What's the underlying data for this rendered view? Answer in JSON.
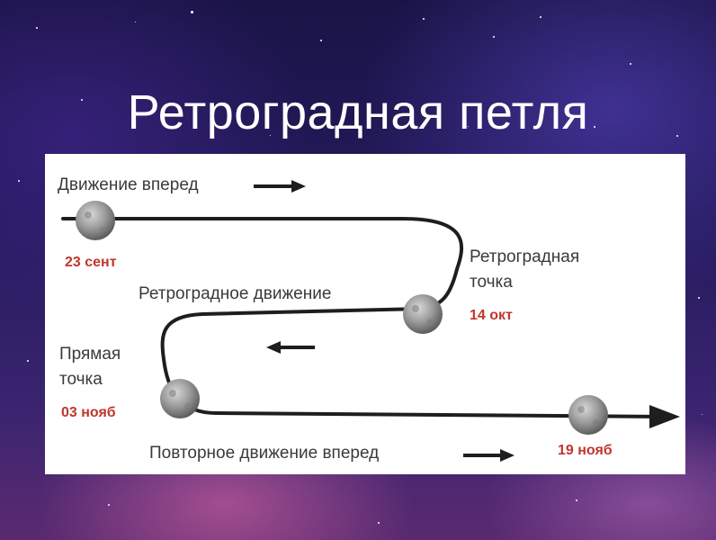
{
  "title": "Ретроградная петля",
  "diagram": {
    "forward_label": "Движение вперед",
    "retrograde_motion_label": "Ретроградное движение",
    "retrograde_point_label_line1": "Ретроградная",
    "retrograde_point_label_line2": "точка",
    "direct_point_label_line1": "Прямая",
    "direct_point_label_line2": "точка",
    "repeat_forward_label": "Повторное движение вперед",
    "dates": {
      "start": "23 сент",
      "retrograde": "14 окт",
      "direct": "03 нояб",
      "end": "19 нояб"
    }
  },
  "colors": {
    "date_text": "#c0362c",
    "path_line": "#1e1e1e",
    "panel_background": "#ffffff"
  }
}
